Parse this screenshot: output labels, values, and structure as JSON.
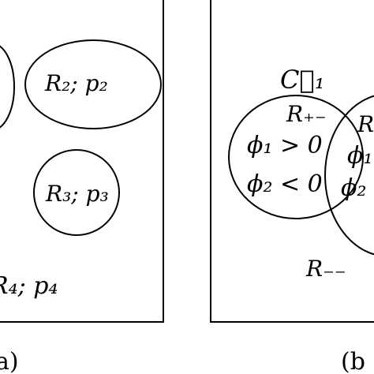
{
  "left_panel": {
    "regions": {
      "r2": "R₂; p₂",
      "r3": "R₃; p₃",
      "r4": "R₄; p₄"
    },
    "caption": "a)"
  },
  "right_panel": {
    "vector_label": "C⃗₁",
    "region_plus_minus": "R₊₋",
    "condition_phi1": "ϕ₁ > 0",
    "condition_phi2": "ϕ₂ < 0",
    "region_minus_minus": "R₋₋",
    "partial_r": "R",
    "partial_phi1": "ϕ₁",
    "partial_phi2": "ϕ₂",
    "caption": "(b"
  }
}
